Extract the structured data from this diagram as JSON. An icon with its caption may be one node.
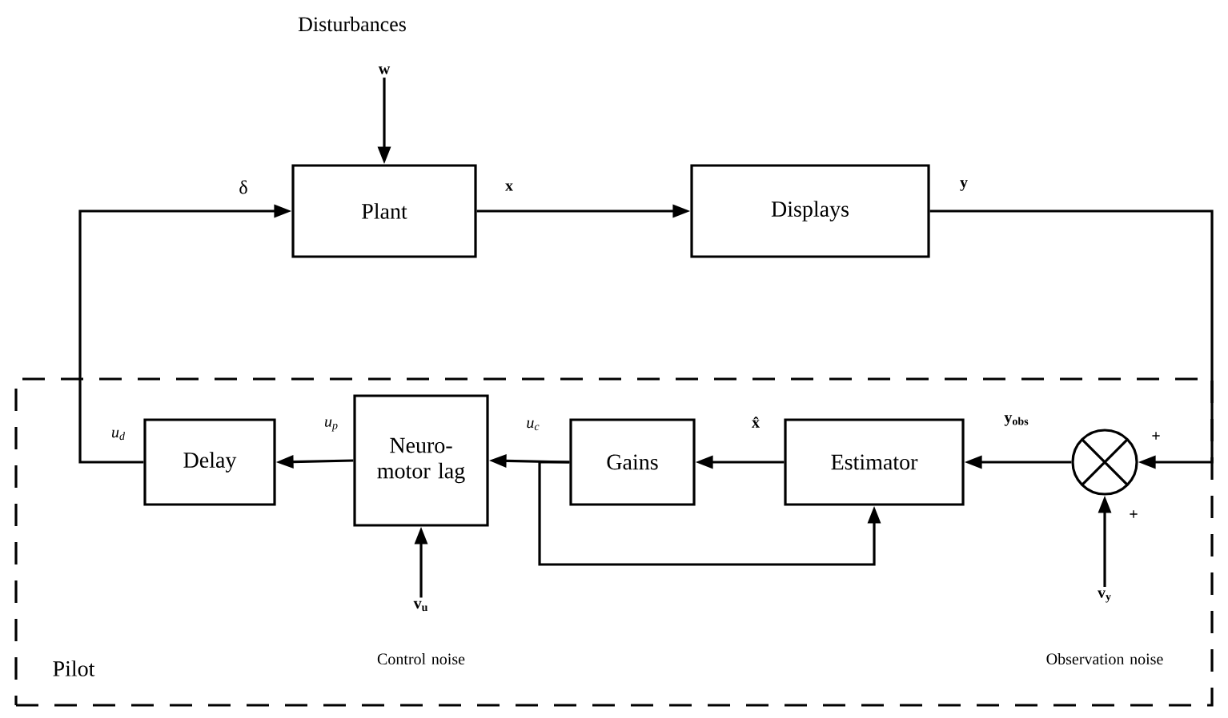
{
  "diagram": {
    "nodes": [
      {
        "text": [
          "Pilot"
        ]
      },
      {
        "text": [
          "Plant"
        ]
      },
      {
        "text": [
          "Displays"
        ]
      },
      {
        "text": [
          "Delay"
        ],
        "in": 0
      },
      {
        "text": [
          "Neuro- motor lag"
        ],
        "in": 0
      },
      {
        "text": [
          "Gains"
        ],
        "in": 0
      },
      {
        "text": [
          "Estimator"
        ],
        "in": 0
      },
      {
        "text": [],
        "shape": "circle",
        "in": 0,
        "beside": [
          "+",
          "+"
        ]
      },
      {
        "text": [
          "Disturbances",
          "w"
        ]
      },
      {
        "text": [
          "v$_{u}$",
          "Control noise"
        ],
        "in": 0
      },
      {
        "text": [
          "v$_{y}$",
          "Observation noise"
        ],
        "in": 0
      }
    ],
    "edges": [
      {
        "from": 8,
        "to": 1,
        "arrow": "to"
      },
      {
        "from": 3,
        "to": 1,
        "arrow": "to",
        "label": "δ"
      },
      {
        "from": 1,
        "to": 2,
        "arrow": "to",
        "label": "x"
      },
      {
        "from": 2,
        "to": 7,
        "arrow": "to",
        "label": "y"
      },
      {
        "from": 7,
        "to": 6,
        "arrow": "to",
        "label": "y$_{obs}$"
      },
      {
        "from": 10,
        "to": 7,
        "arrow": "to"
      },
      {
        "from": 6,
        "to": 5,
        "arrow": "to",
        "label": "x̂"
      },
      {
        "from": 5,
        "to": 4,
        "arrow": "to",
        "label": "u$_{c}$"
      },
      {
        "from": 5,
        "to": 6,
        "arrow": "to"
      },
      {
        "from": 9,
        "to": 4,
        "arrow": "to"
      },
      {
        "from": 4,
        "to": 3,
        "arrow": "to",
        "label": "u$_{p}$"
      }
    ],
    "labels": [
      "u$_{d}$"
    ]
  }
}
